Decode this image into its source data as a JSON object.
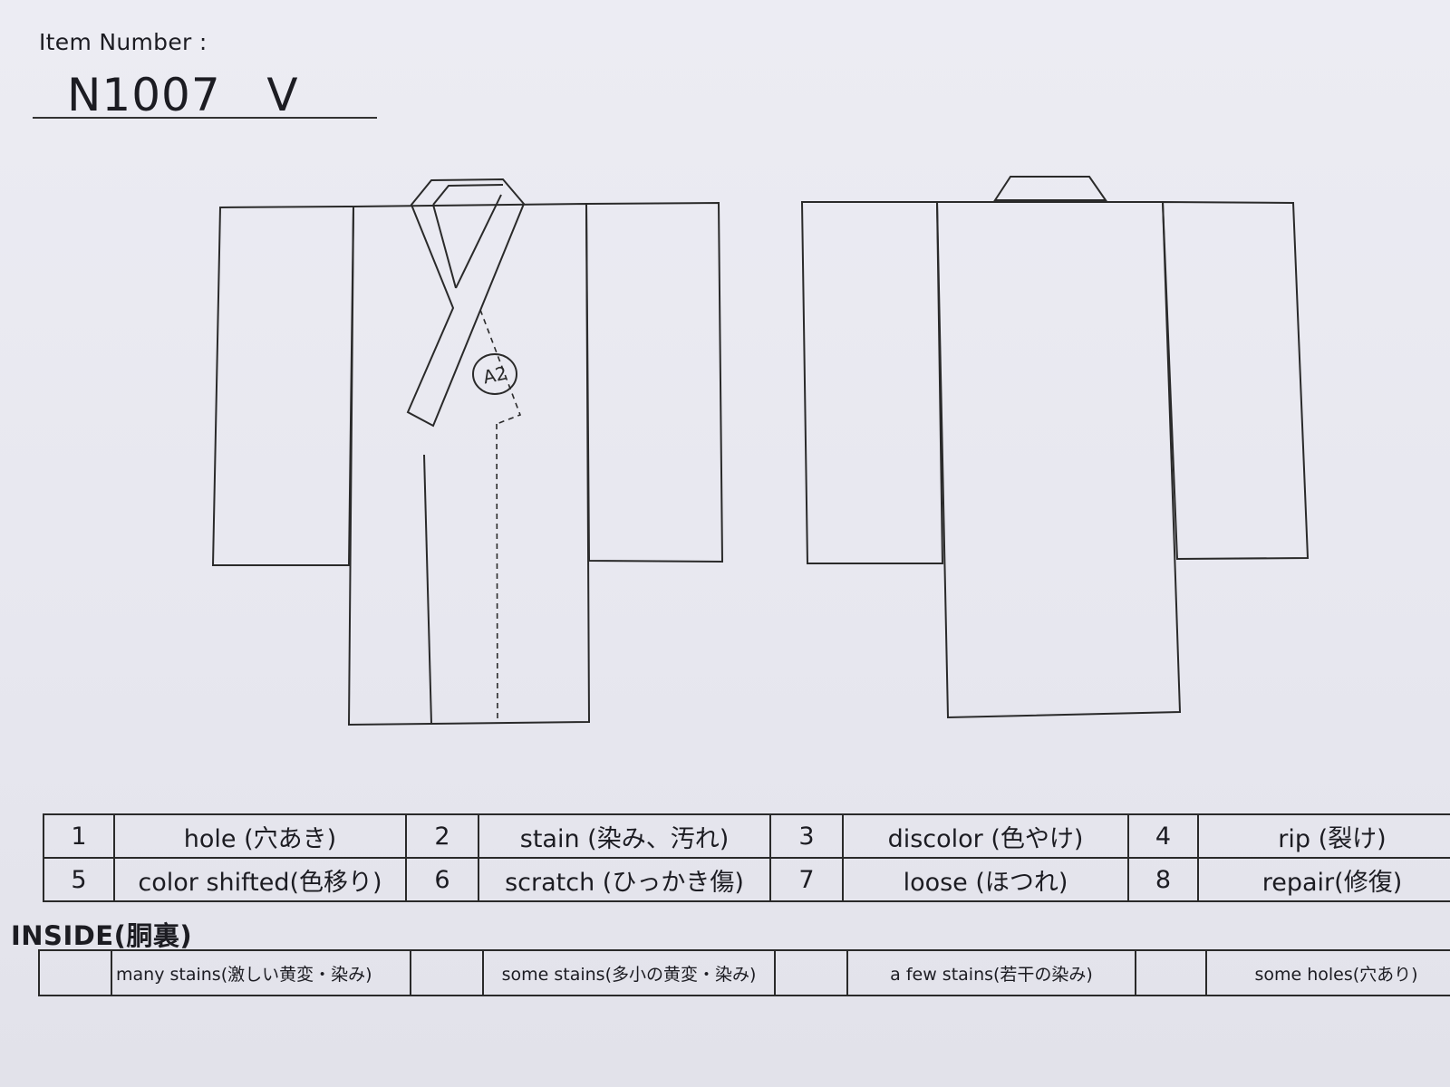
{
  "header": {
    "item_label": "Item Number :",
    "item_number": "N1007   V"
  },
  "diagram": {
    "front_marker": "A2"
  },
  "legend": {
    "rows": [
      [
        {
          "num": "1",
          "label": "hole (穴あき)"
        },
        {
          "num": "2",
          "label": "stain (染み、汚れ)"
        },
        {
          "num": "3",
          "label": "discolor (色やけ)"
        },
        {
          "num": "4",
          "label": "rip (裂け)"
        }
      ],
      [
        {
          "num": "5",
          "label": "color shifted(色移り)"
        },
        {
          "num": "6",
          "label": "scratch (ひっかき傷)"
        },
        {
          "num": "7",
          "label": "loose (ほつれ)"
        },
        {
          "num": "8",
          "label": "repair(修復)"
        }
      ]
    ]
  },
  "inside": {
    "title": "INSIDE(胴裏)",
    "items": [
      {
        "check": "",
        "label": "many stains(激しい黄変・染み)"
      },
      {
        "check": "",
        "label": "some stains(多小の黄変・染み)"
      },
      {
        "check": "",
        "label": "a few stains(若干の染み)"
      },
      {
        "check": "",
        "label": "some holes(穴あり)"
      }
    ]
  }
}
